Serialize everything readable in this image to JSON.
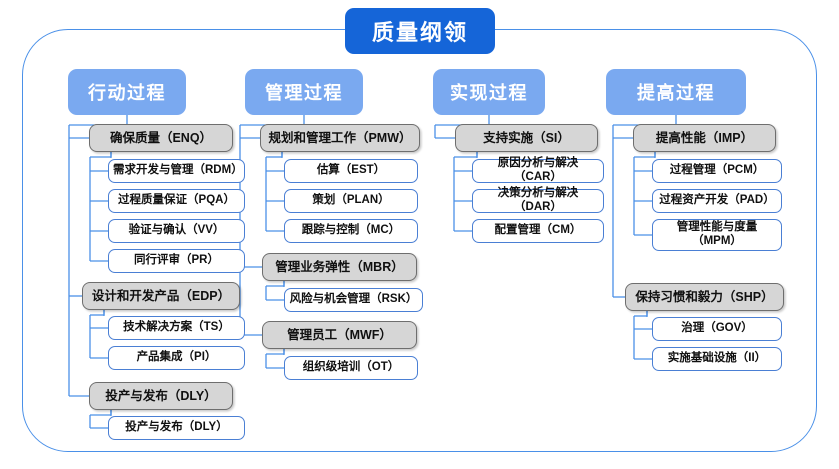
{
  "diagram": {
    "root": {
      "label": "质量纲领"
    },
    "colors": {
      "root_fill": "#1565d8",
      "header_fill": "#7aa9f0",
      "frame_border": "#4a90e8",
      "node2_fill": "#d6d6d6",
      "node2_border": "#6e6e6e",
      "node3_border": "#4a7fd4",
      "connector": "#4a90e8"
    },
    "columns": [
      {
        "header": "行动过程",
        "groups": [
          {
            "title": "确保质量（ENQ）",
            "children": [
              "需求开发与管理（RDM）",
              "过程质量保证（PQA）",
              "验证与确认（VV）",
              "同行评审（PR）"
            ]
          },
          {
            "title": "设计和开发产品（EDP）",
            "children": [
              "技术解决方案（TS）",
              "产品集成（PI）"
            ]
          },
          {
            "title": "投产与发布（DLY）",
            "children": [
              "投产与发布（DLY）"
            ]
          }
        ]
      },
      {
        "header": "管理过程",
        "groups": [
          {
            "title": "规划和管理工作（PMW）",
            "children": [
              "估算（EST）",
              "策划（PLAN）",
              "跟踪与控制（MC）"
            ]
          },
          {
            "title": "管理业务弹性（MBR）",
            "children": [
              "风险与机会管理（RSK）"
            ]
          },
          {
            "title": "管理员工（MWF）",
            "children": [
              "组织级培训（OT）"
            ]
          }
        ]
      },
      {
        "header": "实现过程",
        "groups": [
          {
            "title": "支持实施（SI）",
            "children": [
              "原因分析与解决（CAR）",
              "决策分析与解决（DAR）",
              "配置管理（CM）"
            ]
          }
        ]
      },
      {
        "header": "提高过程",
        "groups": [
          {
            "title": "提高性能（IMP）",
            "children": [
              "过程管理（PCM）",
              "过程资产开发（PAD）",
              "管理性能与度量（MPM）"
            ]
          },
          {
            "title": "保持习惯和毅力（SHP）",
            "children": [
              "治理（GOV）",
              "实施基础设施（II）"
            ]
          }
        ]
      }
    ]
  }
}
